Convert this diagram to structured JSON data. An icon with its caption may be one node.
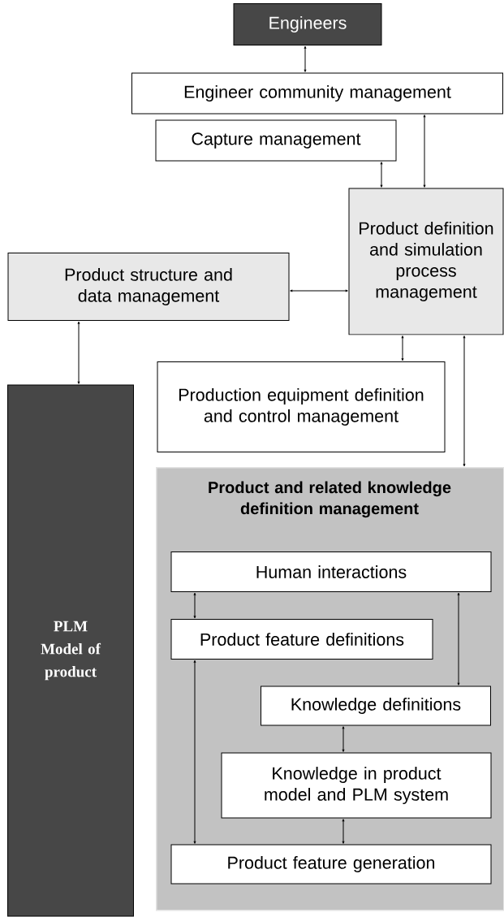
{
  "diagram": {
    "nodes": [
      {
        "text": [
          "Engineers"
        ]
      },
      {
        "text": [
          "Engineer community management"
        ]
      },
      {
        "text": [
          "Capture management"
        ]
      },
      {
        "text": [
          "Product definition and simulation process management"
        ]
      },
      {
        "text": [
          "Product structure and data management"
        ]
      },
      {
        "text": [
          "PLM Model of product"
        ]
      },
      {
        "text": [
          "Production equipment definition and control management"
        ]
      },
      {
        "text": [
          "Product and related knowledge definition management"
        ]
      },
      {
        "text": [
          "Human interactions"
        ],
        "in": 7
      },
      {
        "text": [
          "Product feature definitions"
        ],
        "in": 7
      },
      {
        "text": [
          "Knowledge definitions"
        ],
        "in": 7
      },
      {
        "text": [
          "Knowledge in product model and PLM system"
        ],
        "in": 7
      },
      {
        "text": [
          "Product feature generation"
        ],
        "in": 7
      }
    ],
    "edges": [
      {
        "from": 0,
        "to": 1,
        "arrow": "both"
      },
      {
        "from": 1,
        "to": 3,
        "arrow": "both"
      },
      {
        "from": 2,
        "to": 3,
        "arrow": "both"
      },
      {
        "from": 4,
        "to": 3,
        "arrow": "both"
      },
      {
        "from": 4,
        "to": 5,
        "arrow": "both"
      },
      {
        "from": 3,
        "to": 6,
        "arrow": "both"
      },
      {
        "from": 3,
        "to": 7,
        "arrow": "both"
      },
      {
        "from": 8,
        "to": 9,
        "arrow": "both"
      },
      {
        "from": 8,
        "to": 10,
        "arrow": "both"
      },
      {
        "from": 9,
        "to": 12,
        "arrow": "both"
      },
      {
        "from": 10,
        "to": 11,
        "arrow": "both"
      },
      {
        "from": 11,
        "to": 12,
        "arrow": "both"
      }
    ]
  }
}
